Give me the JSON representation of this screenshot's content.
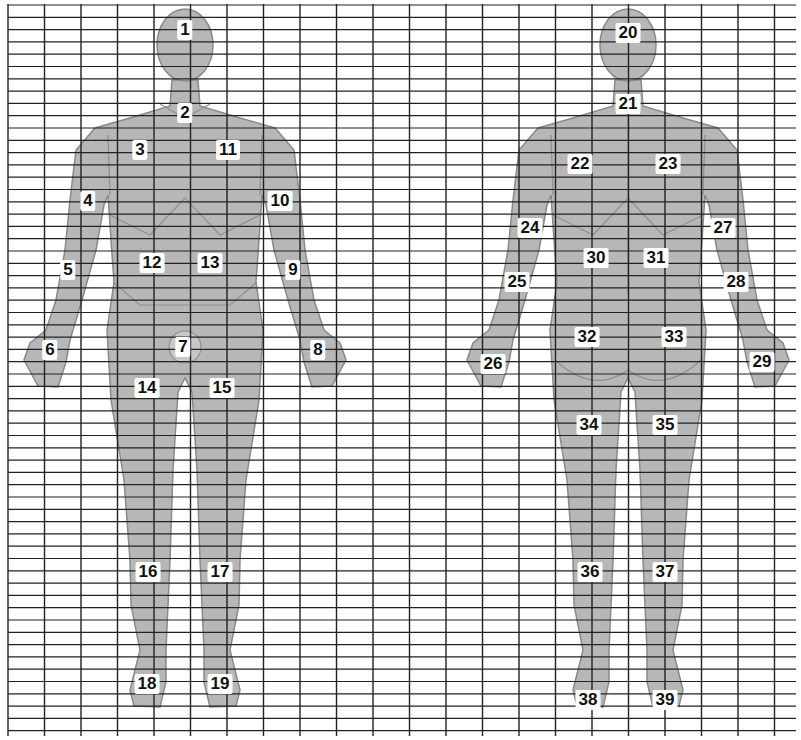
{
  "diagram": {
    "labels": [
      "1",
      "2",
      "3",
      "4",
      "5",
      "6",
      "7",
      "8",
      "9",
      "10",
      "11",
      "12",
      "13",
      "14",
      "15",
      "16",
      "17",
      "18",
      "19",
      "20",
      "21",
      "22",
      "23",
      "24",
      "25",
      "26",
      "27",
      "28",
      "29",
      "30",
      "31",
      "32",
      "33",
      "34",
      "35",
      "36",
      "37",
      "38",
      "39"
    ]
  }
}
